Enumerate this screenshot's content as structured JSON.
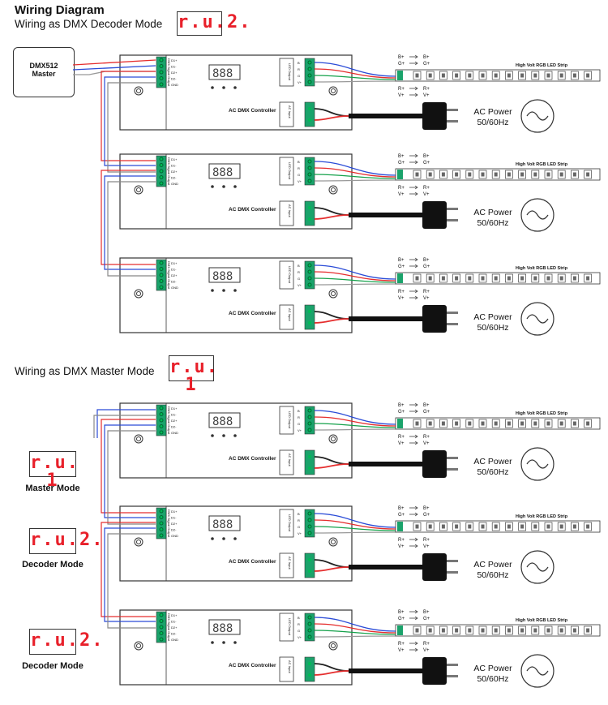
{
  "title": "Wiring Diagram",
  "decoder_section": {
    "heading": "Wiring as DMX Decoder Mode",
    "display": "r.u.2."
  },
  "master_section": {
    "heading": "Wiring as DMX Master Mode",
    "display": "r.u. 1"
  },
  "dmx_master_box": {
    "line1": "DMX512",
    "line2": "Master"
  },
  "controller": {
    "name": "AC DMX Controller",
    "digits": "888",
    "dmx_terminal_pins": [
      "D1+",
      "D1-",
      "D2+",
      "D2-",
      "GND"
    ],
    "dmx_terminal_label": "DMX Signal Output",
    "output_terminal_label": "LED Output",
    "output_pins": [
      "B",
      "R",
      "G",
      "V+"
    ],
    "input_terminal_label": "AC Input"
  },
  "led_strip": {
    "label": "High Volt RGB LED Strip",
    "pins_top": [
      "B+",
      "G+"
    ],
    "pins_bottom": [
      "R+",
      "V+"
    ]
  },
  "ac_power": {
    "line1": "AC Power",
    "line2": "50/60Hz"
  },
  "side_modes": [
    {
      "display": "r.u. 1",
      "label": "Master Mode"
    },
    {
      "display": "r.u.2.",
      "label": "Decoder Mode"
    },
    {
      "display": "r.u.2.",
      "label": "Decoder Mode"
    }
  ]
}
